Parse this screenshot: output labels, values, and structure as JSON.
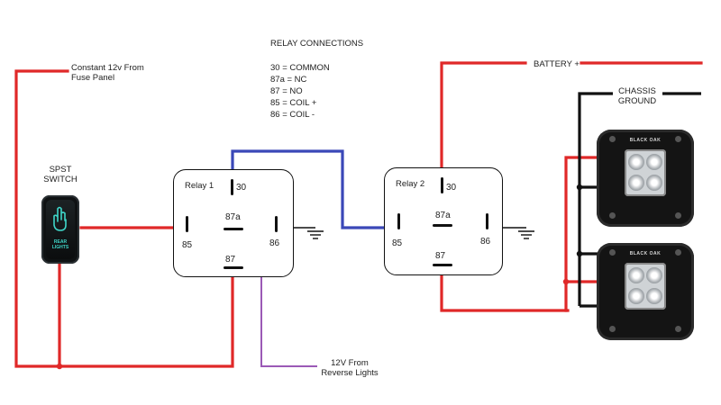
{
  "title": "RELAY CONNECTIONS",
  "legend": [
    "30 = COMMON",
    "87a = NC",
    "87 = NO",
    "85 = COIL +",
    "86 = COIL -"
  ],
  "labels": {
    "constant_12v": "Constant 12v From\nFuse Panel",
    "spst_switch": "SPST\nSWITCH",
    "switch_text": "REAR\nLIGHTS",
    "battery": "BATTERY +",
    "chassis_ground": "CHASSIS\nGROUND",
    "reverse_lights": "12V From\nReverse Lights",
    "light_brand": "BLACK OAK"
  },
  "relays": [
    {
      "name": "Relay 1",
      "pins": {
        "p30": "30",
        "p87a": "87a",
        "p87": "87",
        "p85": "85",
        "p86": "86"
      }
    },
    {
      "name": "Relay 2",
      "pins": {
        "p30": "30",
        "p87a": "87a",
        "p87": "87",
        "p85": "85",
        "p86": "86"
      }
    }
  ],
  "colors": {
    "power_wire": "#e02828",
    "relay_trigger_wire": "#3a48b8",
    "reverse_wire": "#9b59b6",
    "ground_wire": "#111111",
    "switch_glow": "#3fd6c9"
  }
}
